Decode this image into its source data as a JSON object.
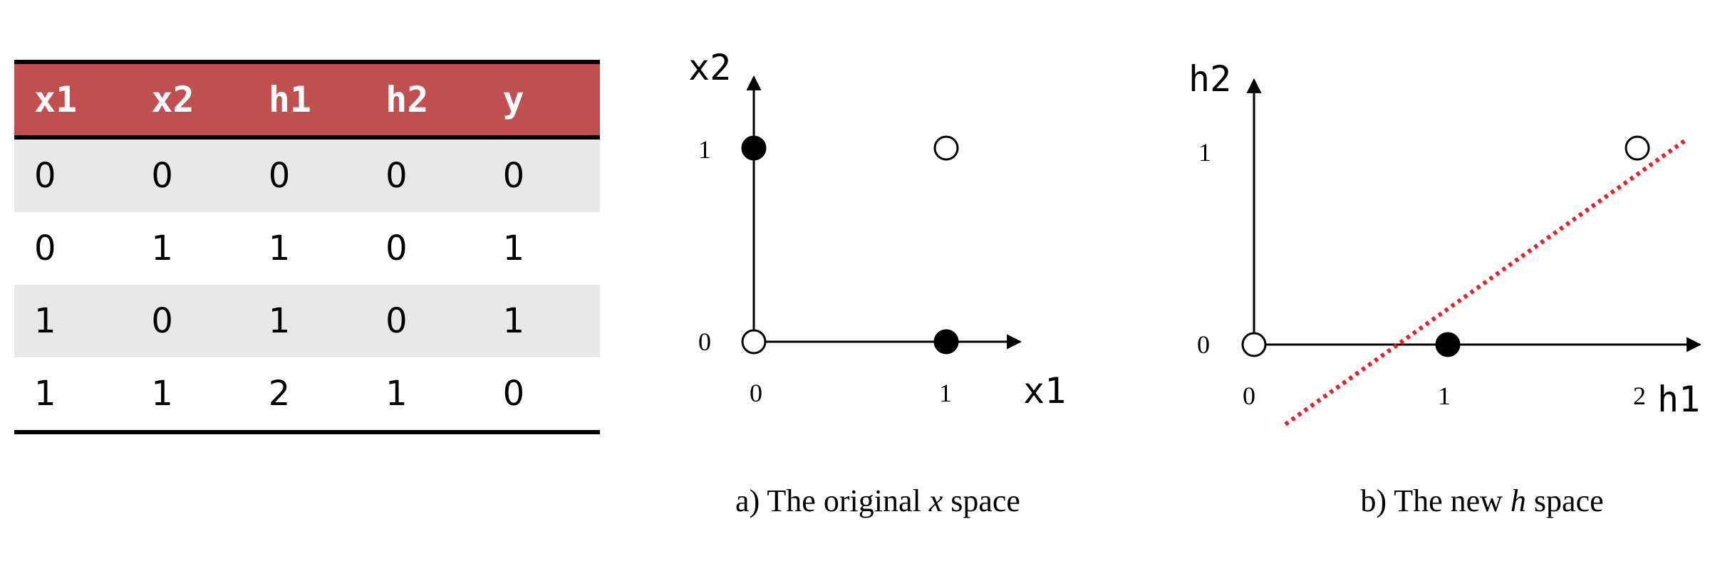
{
  "table": {
    "header_color": "#c05050",
    "stripe_color": "#e8e8e8",
    "columns": [
      "x1",
      "x2",
      "h1",
      "h2",
      "y"
    ],
    "rows": [
      [
        "0",
        "0",
        "0",
        "0",
        "0"
      ],
      [
        "0",
        "1",
        "1",
        "0",
        "1"
      ],
      [
        "1",
        "0",
        "1",
        "0",
        "1"
      ],
      [
        "1",
        "1",
        "2",
        "1",
        "0"
      ]
    ]
  },
  "x_space": {
    "caption_prefix": "a) The original ",
    "caption_var": "x",
    "caption_suffix": " space",
    "x_label": "x1",
    "y_label": "x2",
    "x_ticks": [
      "0",
      "1"
    ],
    "y_ticks": [
      "0",
      "1"
    ],
    "points": [
      {
        "x": 0,
        "y": 0,
        "filled": false
      },
      {
        "x": 0,
        "y": 1,
        "filled": true
      },
      {
        "x": 1,
        "y": 0,
        "filled": true
      },
      {
        "x": 1,
        "y": 1,
        "filled": false
      }
    ]
  },
  "h_space": {
    "caption_prefix": "b) The new ",
    "caption_var": "h",
    "caption_suffix": " space",
    "x_label": "h1",
    "y_label": "h2",
    "x_ticks": [
      "0",
      "1",
      "2"
    ],
    "y_ticks": [
      "0",
      "1"
    ],
    "points": [
      {
        "x": 0,
        "y": 0,
        "filled": false
      },
      {
        "x": 1,
        "y": 0,
        "filled": true
      },
      {
        "x": 2,
        "y": 1,
        "filled": false
      }
    ],
    "boundary_color": "#e8202a"
  }
}
